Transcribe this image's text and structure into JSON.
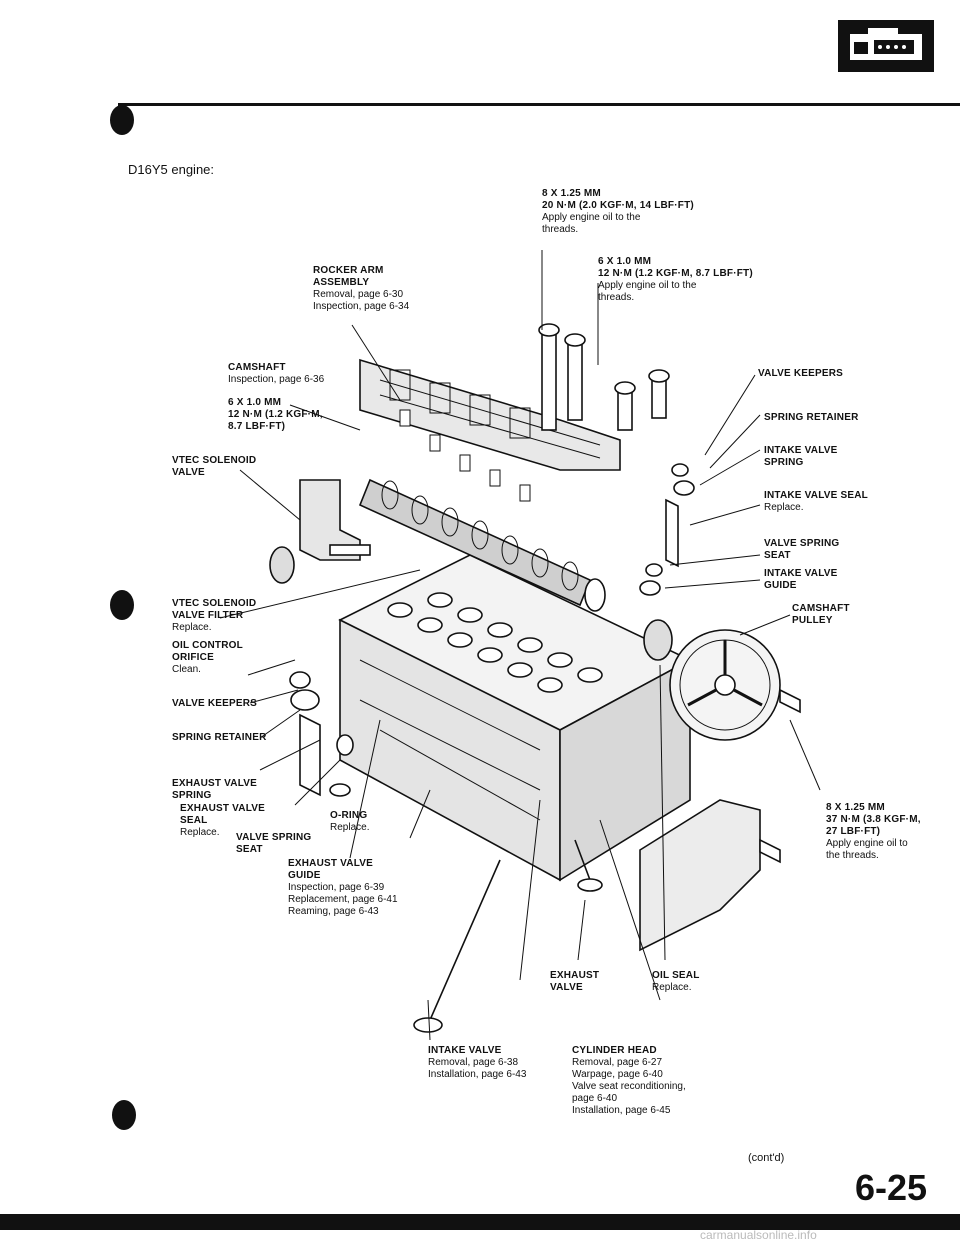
{
  "header": {
    "section_icon": "engine-icon",
    "engine_label": "D16Y5 engine:"
  },
  "labels": {
    "bolt_top": {
      "size": "8 x 1.25 mm",
      "torque": "20 N·m (2.0 kgf·m, 14 lbf·ft)",
      "note1": "Apply engine oil to the",
      "note2": "threads."
    },
    "rocker": {
      "name1": "ROCKER ARM",
      "name2": "ASSEMBLY",
      "note1": "Removal, page 6-30",
      "note2": "Inspection, page 6-34"
    },
    "bolt_mid": {
      "size": "6 x 1.0 mm",
      "torque": "12 N·m (1.2 kgf·m, 8.7 lbf·ft)",
      "note1": "Apply engine oil to the",
      "note2": "threads."
    },
    "camshaft": {
      "name": "CAMSHAFT",
      "note": "Inspection, page 6-36"
    },
    "bolt_left": {
      "size": "6 x 1.0 mm",
      "torque1": "12 N·m (1.2 kgf·m,",
      "torque2": "8.7 lbf·ft)"
    },
    "vtec_valve": {
      "name1": "VTEC SOLENOID",
      "name2": "VALVE"
    },
    "vtec_filter": {
      "name1": "VTEC SOLENOID",
      "name2": "VALVE FILTER",
      "note": "Replace."
    },
    "oil_control": {
      "name1": "OIL CONTROL",
      "name2": "ORIFICE",
      "note": "Clean."
    },
    "valve_keepers_l": {
      "name": "VALVE KEEPERS"
    },
    "spring_retainer_l": {
      "name": "SPRING RETAINER"
    },
    "exhaust_spring": {
      "name1": "EXHAUST VALVE",
      "name2": "SPRING"
    },
    "exhaust_seal": {
      "name1": "EXHAUST VALVE",
      "name2": "SEAL",
      "note": "Replace."
    },
    "valve_spring_seat_l": {
      "name1": "VALVE SPRING",
      "name2": "SEAT"
    },
    "o_ring": {
      "name": "O-RING",
      "note": "Replace."
    },
    "exhaust_guide": {
      "name1": "EXHAUST VALVE",
      "name2": "GUIDE",
      "note1": "Inspection, page 6-39",
      "note2": "Replacement, page 6-41",
      "note3": "Reaming, page 6-43"
    },
    "exhaust_valve": {
      "name1": "EXHAUST",
      "name2": "VALVE"
    },
    "oil_seal": {
      "name": "OIL SEAL",
      "note": "Replace."
    },
    "intake_valve": {
      "name": "INTAKE VALVE",
      "note1": "Removal, page 6-38",
      "note2": "Installation, page 6-43"
    },
    "cyl_head": {
      "name": "CYLINDER HEAD",
      "note1": "Removal, page 6-27",
      "note2": "Warpage, page 6-40",
      "note3": "Valve seat reconditioning,",
      "note4": "page 6-40",
      "note5": "Installation, page 6-45"
    },
    "valve_keepers_r": {
      "name": "VALVE KEEPERS"
    },
    "spring_retainer_r": {
      "name": "SPRING RETAINER"
    },
    "intake_spring": {
      "name1": "INTAKE VALVE",
      "name2": "SPRING"
    },
    "intake_seal": {
      "name": "INTAKE VALVE SEAL",
      "note": "Replace."
    },
    "valve_spring_seat_r": {
      "name1": "VALVE SPRING",
      "name2": "SEAT"
    },
    "intake_guide": {
      "name1": "INTAKE VALVE",
      "name2": "GUIDE"
    },
    "cam_pulley": {
      "name1": "CAMSHAFT",
      "name2": "PULLEY"
    },
    "bolt_pulley": {
      "size": "8 x 1.25 mm",
      "torque1": "37 N·m (3.8 kgf·m,",
      "torque2": "27 lbf·ft)",
      "note1": "Apply engine oil to",
      "note2": "the threads."
    }
  },
  "footer": {
    "contd": "(cont'd)",
    "page_number": "6-25",
    "watermark": "carmanualsonline.info"
  }
}
